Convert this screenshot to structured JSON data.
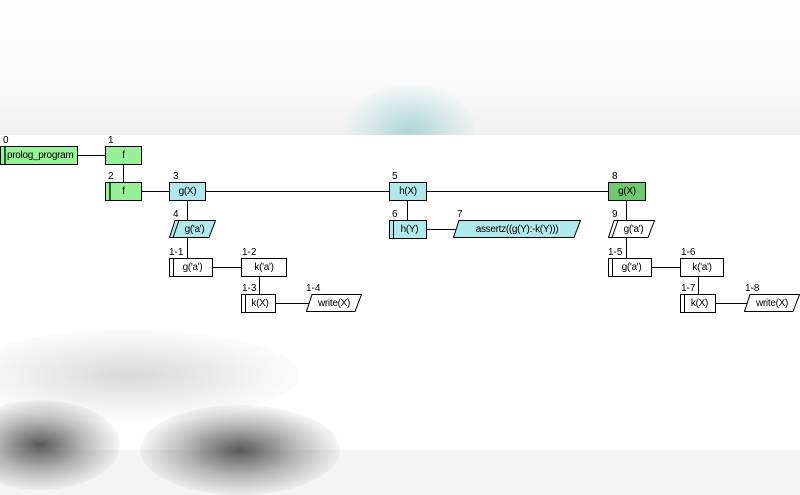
{
  "diagram": {
    "colors": {
      "root_green": "#98f098",
      "selected_green": "#70c870",
      "goal_cyan": "#b0e8ec",
      "plain": "#ffffff",
      "line": "#000000"
    },
    "nodes": [
      {
        "id": "0",
        "label": "prolog_program",
        "shape": "box",
        "fill": "green",
        "bar": true
      },
      {
        "id": "1",
        "label": "f",
        "shape": "box",
        "fill": "green",
        "bar": false
      },
      {
        "id": "2",
        "label": "f",
        "shape": "box",
        "fill": "green",
        "bar": true
      },
      {
        "id": "3",
        "label": "g(X)",
        "shape": "box",
        "fill": "cyan",
        "bar": false
      },
      {
        "id": "4",
        "label": "g('a')",
        "shape": "parallelogram",
        "fill": "cyan",
        "bar": true
      },
      {
        "id": "5",
        "label": "h(X)",
        "shape": "box",
        "fill": "cyan",
        "bar": false
      },
      {
        "id": "6",
        "label": "h(Y)",
        "shape": "box",
        "fill": "cyan",
        "bar": true
      },
      {
        "id": "7",
        "label": "assertz((g(Y):-k(Y)))",
        "shape": "parallelogram",
        "fill": "cyan",
        "bar": false
      },
      {
        "id": "8",
        "label": "g(X)",
        "shape": "box",
        "fill": "green-dark",
        "bar": false
      },
      {
        "id": "9",
        "label": "g('a')",
        "shape": "parallelogram",
        "fill": "white",
        "bar": true
      },
      {
        "id": "1-1",
        "label": "g('a')",
        "shape": "box",
        "fill": "white",
        "bar": true
      },
      {
        "id": "1-2",
        "label": "k('a')",
        "shape": "box",
        "fill": "white",
        "bar": false
      },
      {
        "id": "1-3",
        "label": "k(X)",
        "shape": "box",
        "fill": "white",
        "bar": true
      },
      {
        "id": "1-4",
        "label": "write(X)",
        "shape": "parallelogram",
        "fill": "white",
        "bar": false
      },
      {
        "id": "1-5",
        "label": "g('a')",
        "shape": "box",
        "fill": "white",
        "bar": true
      },
      {
        "id": "1-6",
        "label": "k('a')",
        "shape": "box",
        "fill": "white",
        "bar": false
      },
      {
        "id": "1-7",
        "label": "k(X)",
        "shape": "box",
        "fill": "white",
        "bar": true
      },
      {
        "id": "1-8",
        "label": "write(X)",
        "shape": "parallelogram",
        "fill": "white",
        "bar": false
      }
    ],
    "edges": [
      [
        "0",
        "1"
      ],
      [
        "1",
        "2"
      ],
      [
        "2",
        "3"
      ],
      [
        "3",
        "5"
      ],
      [
        "5",
        "8"
      ],
      [
        "3",
        "4"
      ],
      [
        "4",
        "1-1"
      ],
      [
        "1-1",
        "1-2"
      ],
      [
        "1-2",
        "1-3"
      ],
      [
        "1-3",
        "1-4"
      ],
      [
        "5",
        "6"
      ],
      [
        "6",
        "7"
      ],
      [
        "8",
        "9"
      ],
      [
        "9",
        "1-5"
      ],
      [
        "1-5",
        "1-6"
      ],
      [
        "1-6",
        "1-7"
      ],
      [
        "1-7",
        "1-8"
      ]
    ]
  }
}
